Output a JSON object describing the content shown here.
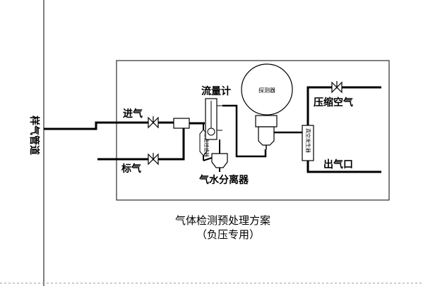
{
  "diagram": {
    "pipe_label": "样气管道",
    "inlet_label": "进气",
    "standard_gas_label": "标气",
    "flowmeter_label": "流量计",
    "detector_label": "探测器",
    "separator_label": "气水分离器",
    "compressed_air_label": "压缩空气",
    "outlet_label": "出气口",
    "filter_label": "颗粒过滤器",
    "vacuum_gen_label": "真空发生器",
    "caption_line1": "气体检测预处理方案",
    "caption_line2": "（负压专用）"
  }
}
